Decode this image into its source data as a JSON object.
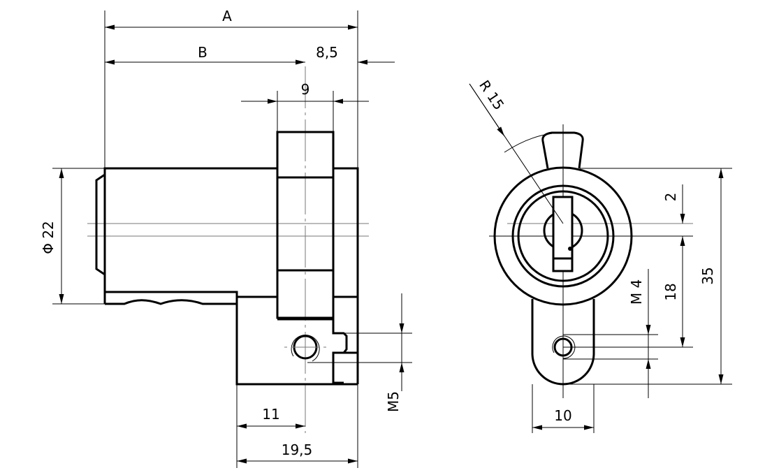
{
  "title": "Cam lock technical drawing",
  "colors": {
    "line": "#000000",
    "centerline": "#777777",
    "background": "#ffffff"
  },
  "side_view": {
    "dim_A": "A",
    "dim_B": "B",
    "dim_8_5": "8,5",
    "dim_9": "9",
    "dim_diameter": "Φ 22",
    "dim_M5": "M5",
    "dim_11": "11",
    "dim_19_5": "19,5"
  },
  "front_view": {
    "dim_R15": "R 15",
    "dim_2": "2",
    "dim_18": "18",
    "dim_35": "35",
    "dim_M4": "M 4",
    "dim_10": "10"
  }
}
